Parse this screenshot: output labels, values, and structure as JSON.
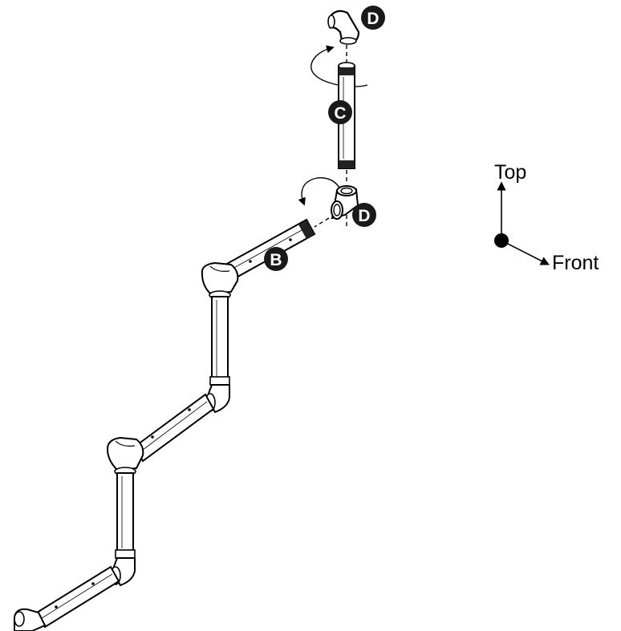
{
  "parts": {
    "top_elbow": {
      "tag": "D"
    },
    "vertical_pipe": {
      "tag": "C"
    },
    "lower_elbow": {
      "tag": "D"
    },
    "pipe_b": {
      "tag": "B"
    }
  },
  "orientation": {
    "top_label": "Top",
    "front_label": "Front"
  },
  "colors": {
    "line": "#000000",
    "pipe_fill": "#ffffff",
    "tag_fill": "#1a1a1a",
    "tag_text": "#ffffff"
  }
}
